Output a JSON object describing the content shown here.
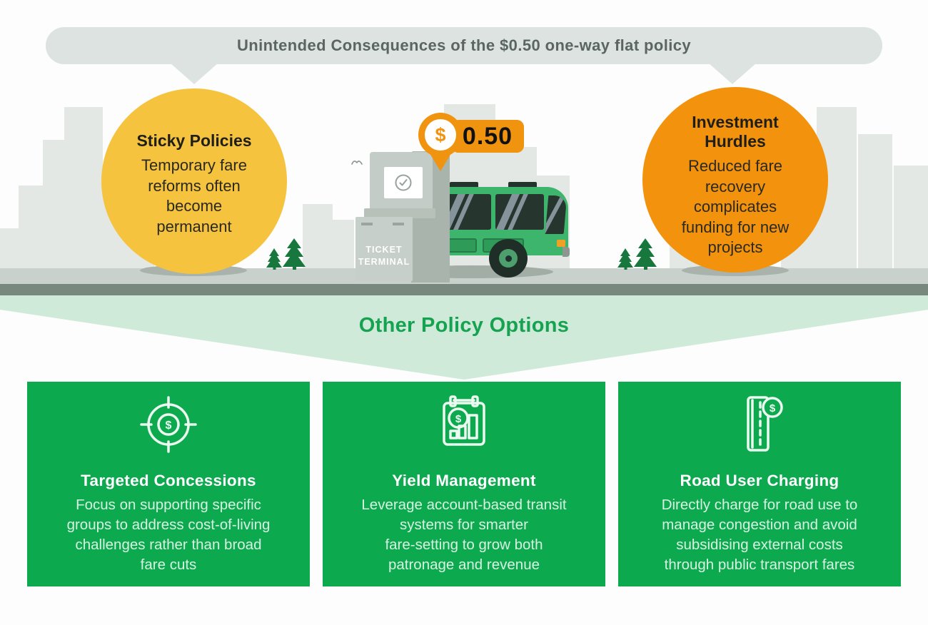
{
  "banner": {
    "title": "Unintended Consequences of the $0.50 one-way flat policy"
  },
  "fare_tag": {
    "currency": "$",
    "amount": "0.50"
  },
  "terminal": {
    "label": "TICKET\nTERMINAL"
  },
  "consequences": [
    {
      "title": "Sticky Policies",
      "description": "Temporary fare\nreforms often\nbecome\npermanent",
      "color": "#f5c33d"
    },
    {
      "title": "Investment\nHurdles",
      "description": "Reduced fare\nrecovery\ncomplicates\nfunding for new\nprojects",
      "color": "#f2920d"
    }
  ],
  "options": {
    "heading": "Other Policy Options",
    "cards": [
      {
        "icon": "target-dollar-icon",
        "title": "Targeted Concessions",
        "description": "Focus on supporting specific\ngroups to address cost-of-living\nchallenges rather than broad\nfare cuts"
      },
      {
        "icon": "chart-clipboard-icon",
        "title": "Yield Management",
        "description": "Leverage account-based transit\nsystems for smarter\nfare-setting to grow both\npatronage and revenue"
      },
      {
        "icon": "road-toll-icon",
        "title": "Road User Charging",
        "description": "Directly charge for road use to\nmanage congestion and avoid\nsubsidising external costs\nthrough public transport fares"
      }
    ]
  },
  "colors": {
    "banner_bg": "#dde3e0",
    "banner_text": "#5b6562",
    "bubble_yellow": "#f5c33d",
    "bubble_orange": "#f2920d",
    "pin_orange": "#f0930f",
    "card_green": "#0ca94f",
    "funnel_green": "#cfead8",
    "heading_green": "#15a351",
    "bus_green": "#3eb56c",
    "tree_green": "#17773d",
    "road_light": "#c9d1cc",
    "road_dark": "#79887f",
    "skyline_gray": "#e3e8e5"
  }
}
